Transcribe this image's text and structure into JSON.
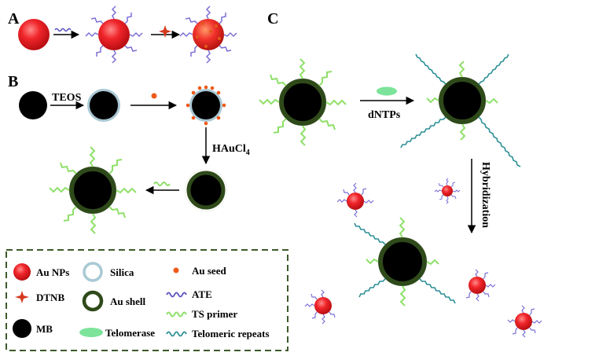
{
  "panels": {
    "a": "A",
    "b": "B",
    "c": "C"
  },
  "steps": {
    "teos": "TEOS",
    "haucl4": "HAuCl",
    "haucl4_sub": "4",
    "dntps": "dNTPs",
    "hybridization": "Hybridization"
  },
  "legend": {
    "au_nps": "Au NPs",
    "dtnb": "DTNB",
    "mb": "MB",
    "silica": "Silica",
    "au_shell": "Au shell",
    "telomerase": "Telomerase",
    "au_seed": "Au seed",
    "ate": "ATE",
    "ts_primer": "TS primer",
    "telomeric_repeats": "Telomeric repeats"
  },
  "colors": {
    "au_np_red": "#e8171c",
    "mb_black": "#000000",
    "silica_ring": "#a9c8d4",
    "au_shell_green": "#2f4a1a",
    "ts_primer_green": "#8fe06a",
    "ate_purple": "#7b6fd6",
    "telomeric_teal": "#2b8f95",
    "dtnb_red": "#d4381e",
    "telomerase_green": "#7ce39a",
    "legend_border": "#3d5a2a"
  },
  "icons": [
    "au-np-icon",
    "dtnb-icon",
    "mb-icon",
    "silica-icon",
    "au-shell-icon",
    "telomerase-icon",
    "au-seed-icon",
    "ate-icon",
    "ts-primer-icon",
    "telomeric-repeats-icon"
  ]
}
